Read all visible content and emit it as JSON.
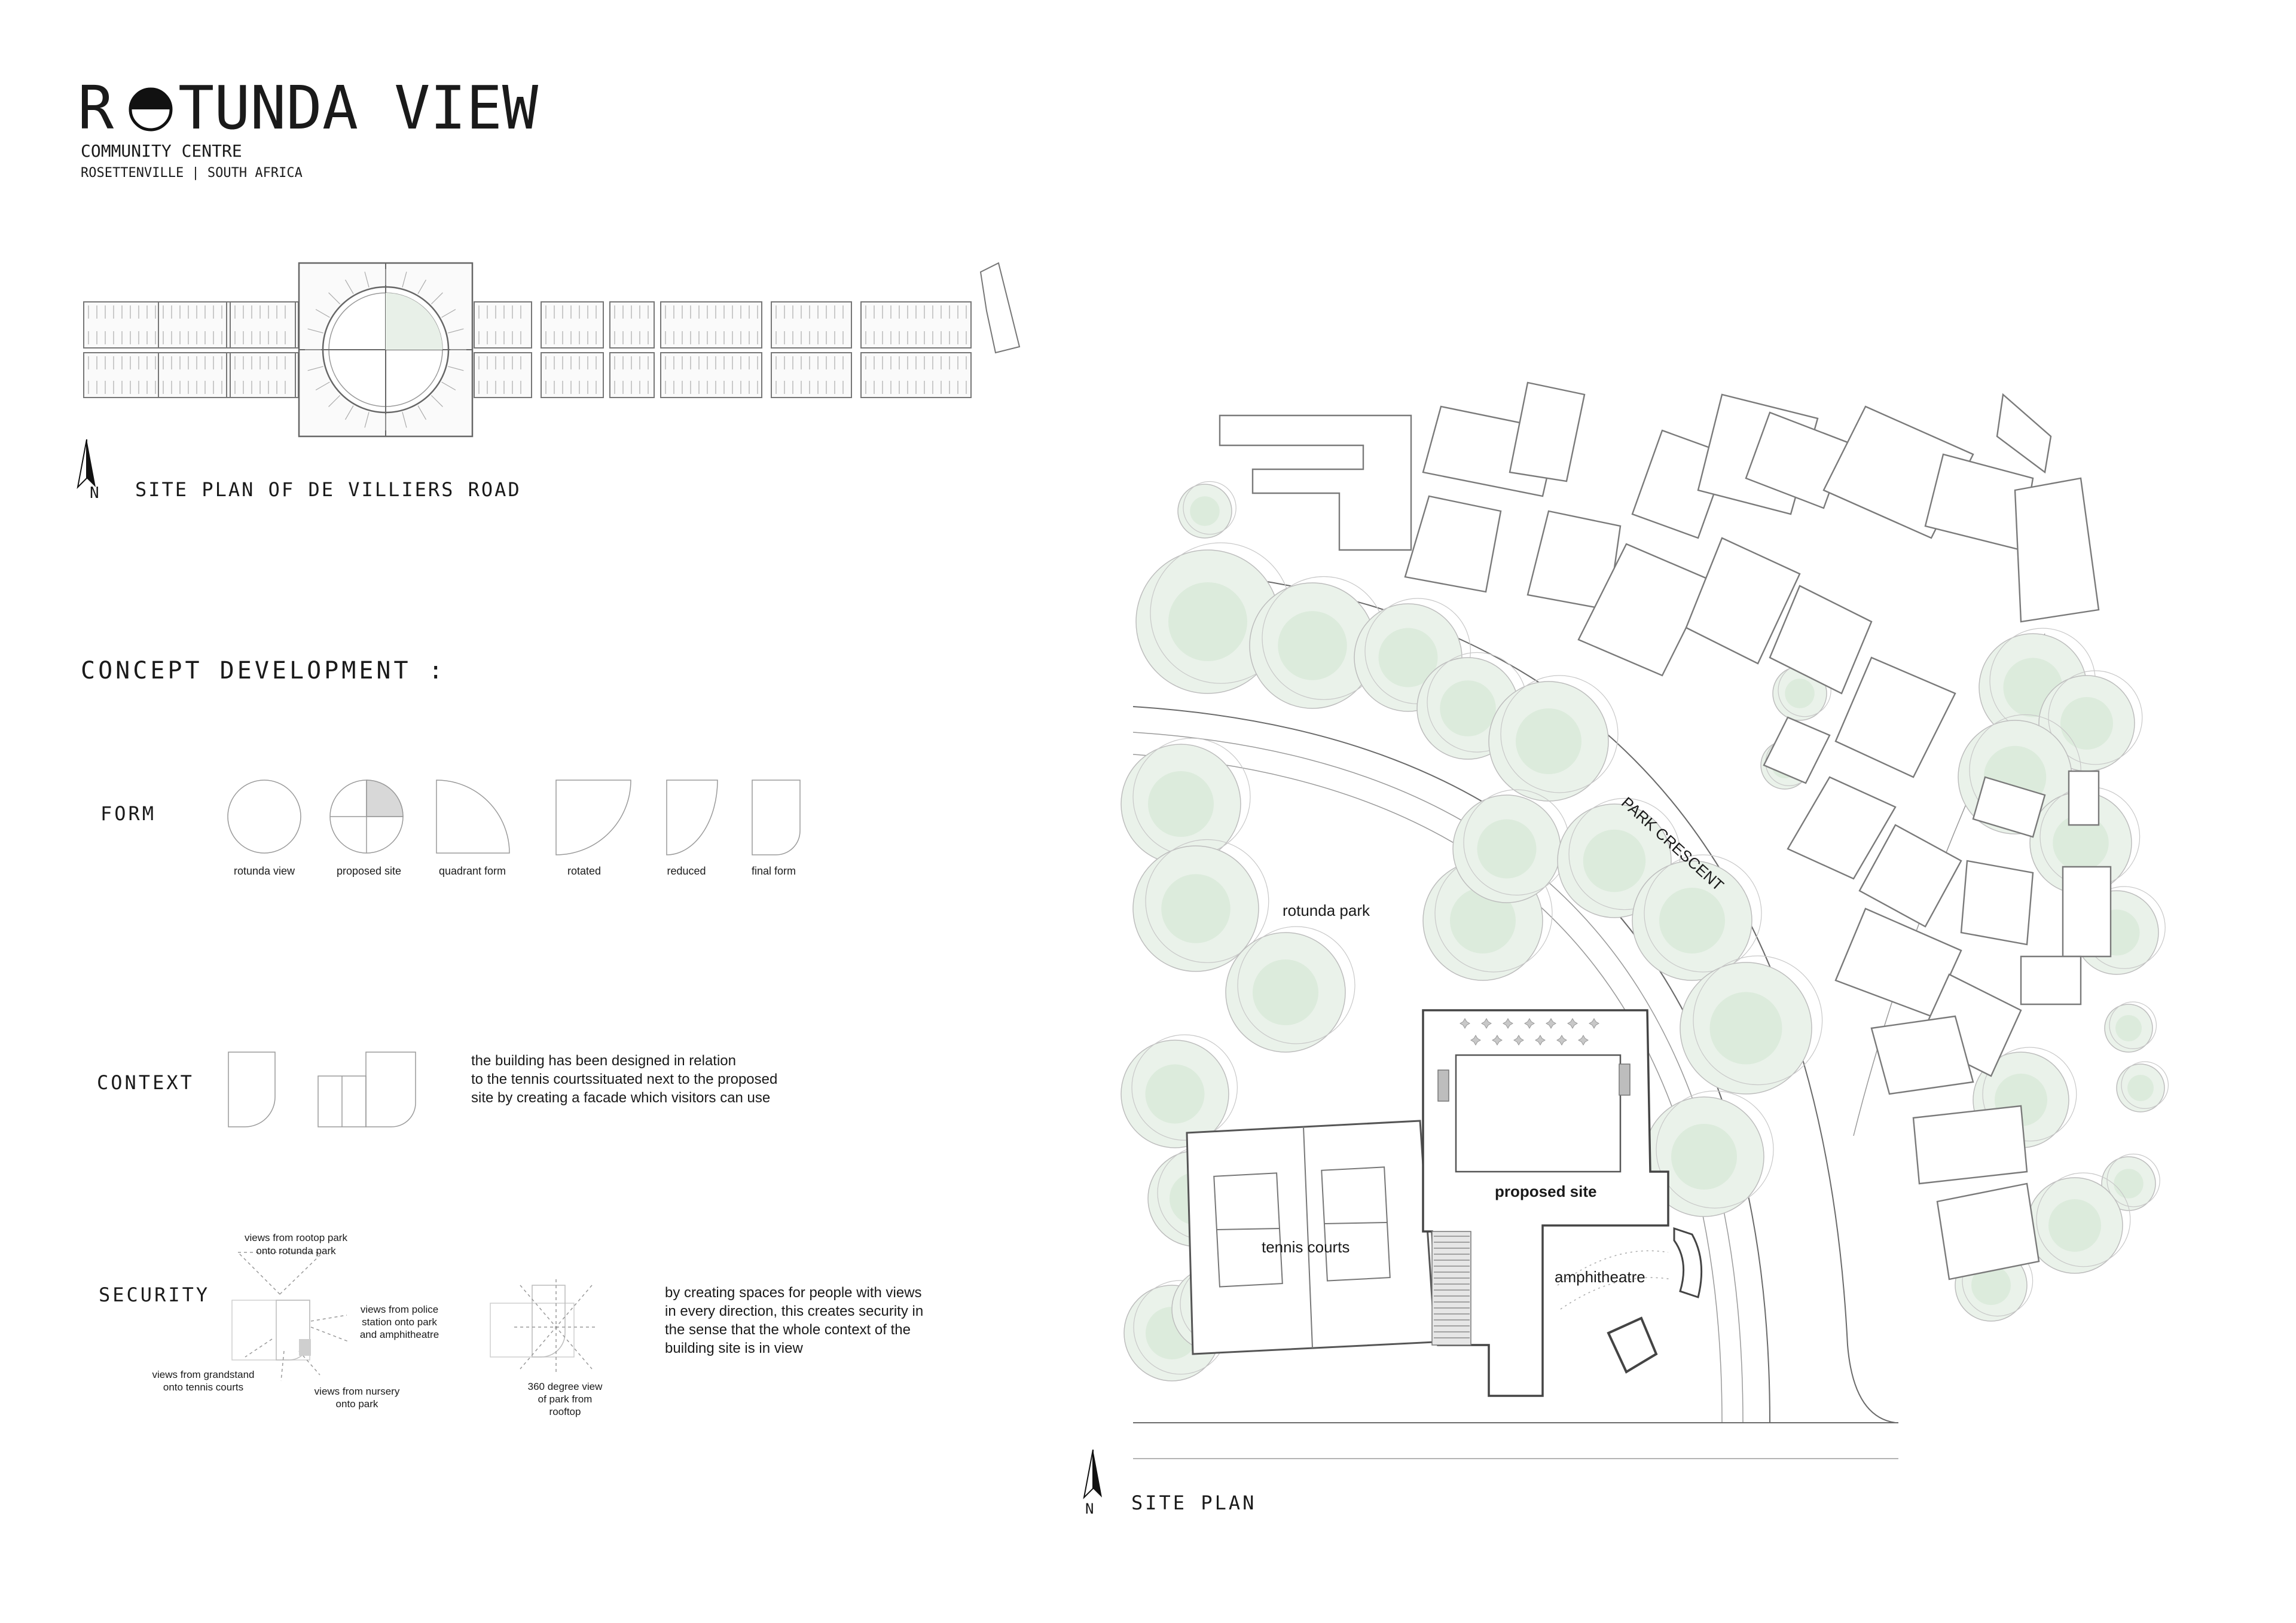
{
  "header": {
    "title_initial": "R",
    "title_rest": "TUNDA VIEW",
    "subtitle": "COMMUNITY CENTRE",
    "location": "ROSETTENVILLE | SOUTH AFRICA"
  },
  "road_plan": {
    "north_letter": "N",
    "caption": "SITE PLAN OF DE VILLIERS ROAD"
  },
  "concept": {
    "heading": "CONCEPT DEVELOPMENT :",
    "form": {
      "label": "FORM",
      "steps": [
        "rotunda view",
        "proposed site",
        "quadrant form",
        "rotated",
        "reduced",
        "final form"
      ]
    },
    "context": {
      "label": "CONTEXT",
      "text_lines": [
        "the building has been designed in relation",
        "to the tennis courtssituated next to the proposed",
        "site by creating a facade which visitors can use"
      ]
    },
    "security": {
      "label": "SECURITY",
      "annotations": {
        "rooftop": [
          "views from rootop park",
          "onto rotunda park"
        ],
        "police": [
          "views from police",
          "station onto park",
          "and amphitheatre"
        ],
        "grandstand": [
          "views from grandstand",
          "onto tennis courts"
        ],
        "nursery": [
          "views from nursery",
          "onto park"
        ],
        "degree": [
          "360 degree view",
          "of park from",
          "rooftop"
        ]
      },
      "text_lines": [
        "by creating spaces for people with views",
        "in every direction, this creates security in",
        "the sense that the whole context of the",
        "building site is in view"
      ]
    }
  },
  "site_plan": {
    "north_letter": "N",
    "caption": "SITE PLAN",
    "labels": {
      "road": "PARK CRESCENT",
      "park": "rotunda park",
      "site": "proposed site",
      "courts": "tennis courts",
      "amphi": "amphitheatre"
    }
  },
  "colors": {
    "ink": "#1a1a1a",
    "tree_fill": "#eaf2ea",
    "line": "#6a6a6a"
  }
}
